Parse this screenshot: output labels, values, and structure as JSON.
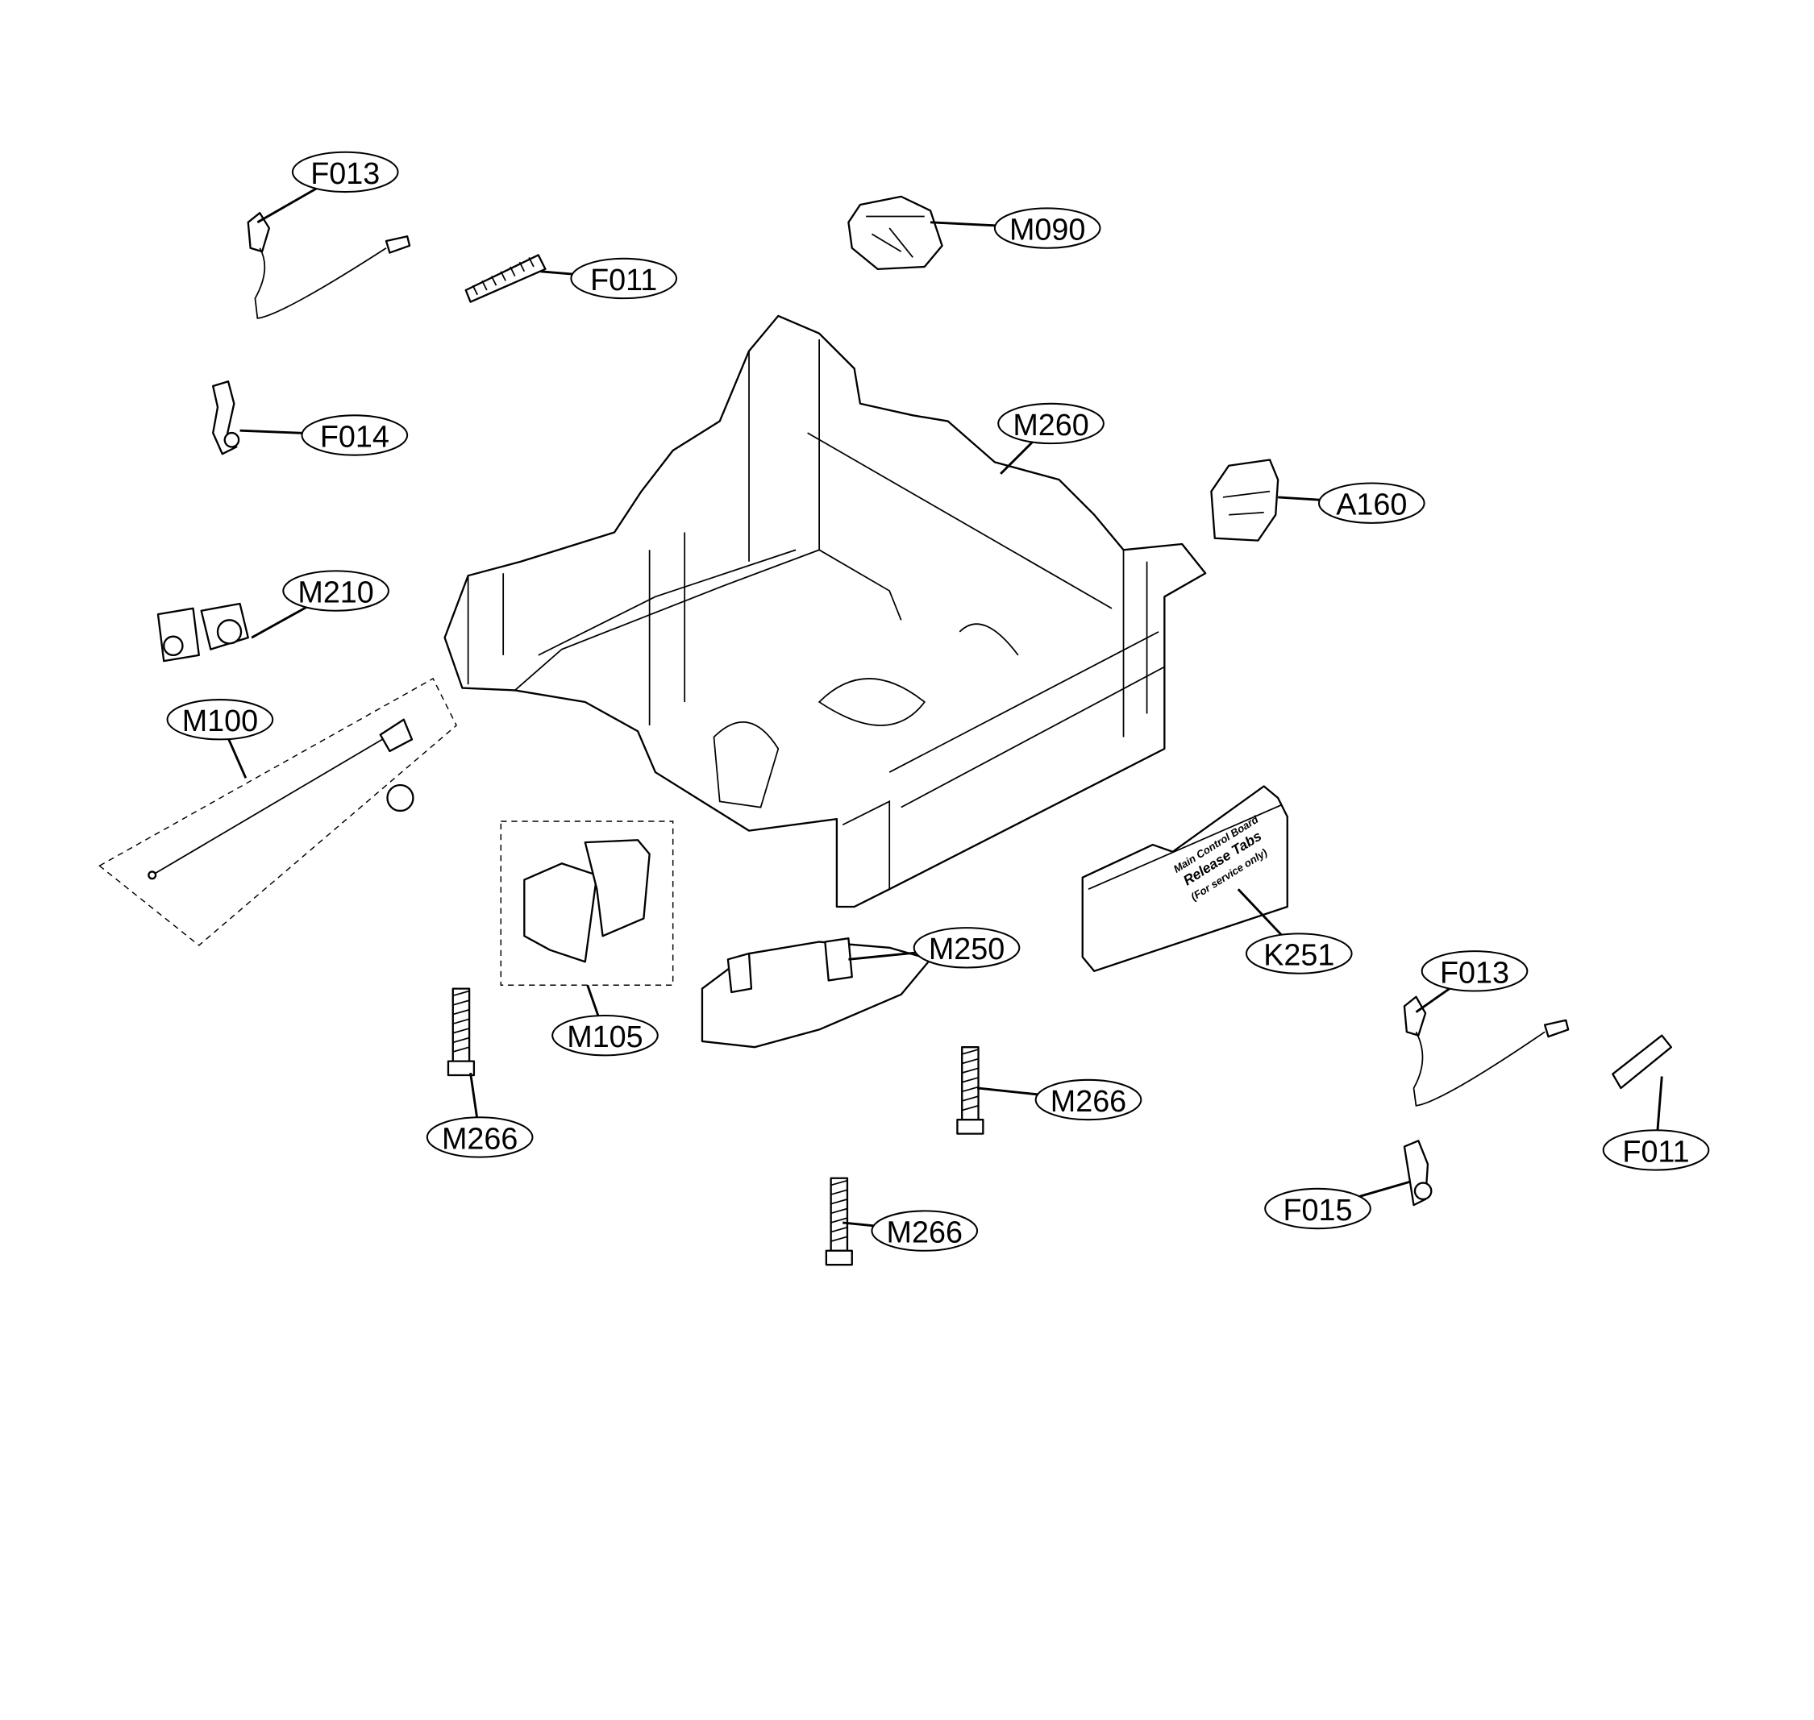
{
  "diagram": {
    "callouts": [
      {
        "id": "F013"
      },
      {
        "id": "F011"
      },
      {
        "id": "M090"
      },
      {
        "id": "F014"
      },
      {
        "id": "M260"
      },
      {
        "id": "A160"
      },
      {
        "id": "M210"
      },
      {
        "id": "M100"
      },
      {
        "id": "M105"
      },
      {
        "id": "M250"
      },
      {
        "id": "K251"
      },
      {
        "id": "F013"
      },
      {
        "id": "M266"
      },
      {
        "id": "M266"
      },
      {
        "id": "M266"
      },
      {
        "id": "F011"
      },
      {
        "id": "F015"
      }
    ],
    "board_text": {
      "line1": "Main Control Board",
      "line2": "Release Tabs",
      "line3": "(For service only)"
    },
    "colors": {
      "line": "#000000",
      "background": "#ffffff"
    }
  }
}
